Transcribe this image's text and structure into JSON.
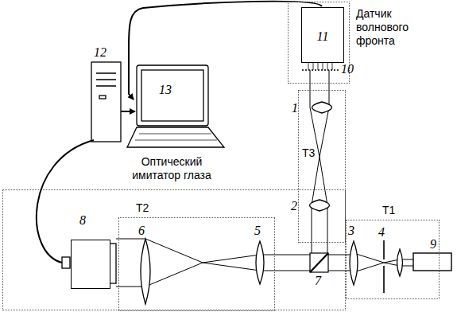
{
  "diagram": {
    "nodes": [
      {
        "text": [
          "Датчик волнового фронта"
        ]
      },
      {
        "text": [
          "11"
        ],
        "in": 0
      },
      {
        "text": [
          "Оптический имитатор глаза"
        ]
      },
      {
        "text": [
          "T2"
        ],
        "in": 2
      },
      {
        "text": [
          "T1"
        ]
      },
      {
        "text": [
          "T3"
        ]
      },
      {
        "text": [
          "8"
        ],
        "in": 2
      }
    ],
    "labels": [
      "1",
      "2",
      "3",
      "4",
      "5",
      "6",
      "7",
      "9",
      "10",
      "12",
      "13"
    ]
  }
}
